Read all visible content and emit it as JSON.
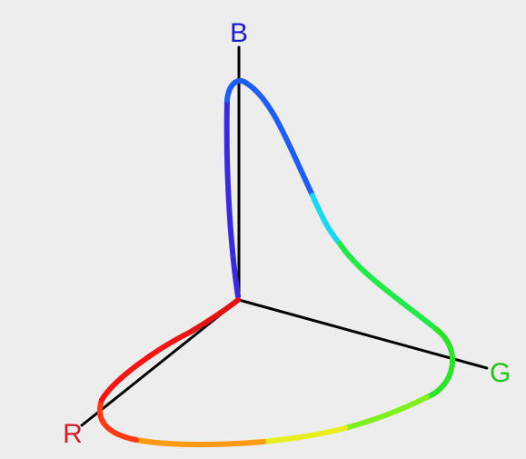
{
  "axes": {
    "r": {
      "label": "R",
      "color": "#cc1f2a"
    },
    "g": {
      "label": "G",
      "color": "#21c21b"
    },
    "b": {
      "label": "B",
      "color": "#1a1fc4"
    }
  },
  "curve": {
    "stops": [
      "#3a2bd8",
      "#1f5ef0",
      "#1fd6f0",
      "#22e84a",
      "#2ee22a",
      "#7ff01e",
      "#e8ee1e",
      "#ff9a14",
      "#ff3a16",
      "#f21616",
      "#e01414",
      "#b51616"
    ]
  }
}
